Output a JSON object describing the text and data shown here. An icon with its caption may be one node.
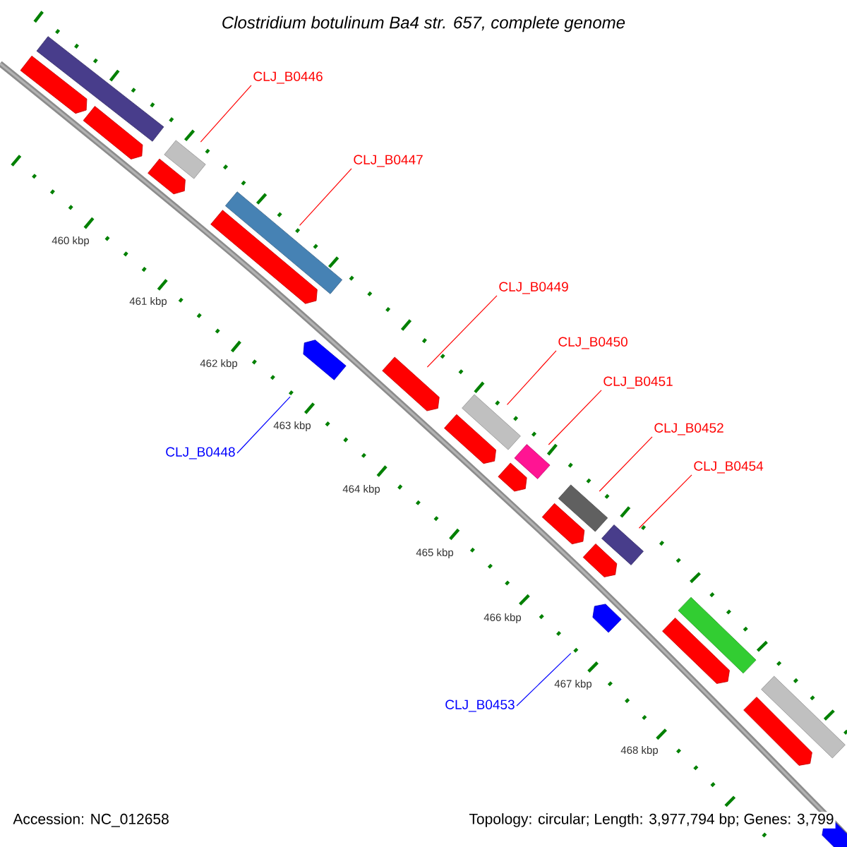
{
  "diagram": {
    "title": "Clostridium botulinum Ba4 str. 657, complete genome",
    "nodes": [
      {
        "text": [
          "CLJ_B0446"
        ]
      },
      {
        "text": [
          "CLJ_B0447"
        ]
      },
      {
        "text": [
          "CLJ_B0449"
        ]
      },
      {
        "text": [
          "CLJ_B0448"
        ]
      },
      {
        "text": [
          "CLJ_B0450"
        ]
      },
      {
        "text": [
          "CLJ_B0451"
        ]
      },
      {
        "text": [
          "CLJ_B0452"
        ]
      },
      {
        "text": [
          "CLJ_B0454"
        ]
      },
      {
        "text": [
          "CLJ_B0453"
        ]
      },
      {
        "text": [],
        "shape": "bar"
      },
      {
        "text": [],
        "shape": "arrow"
      },
      {
        "text": [],
        "shape": "arrow"
      },
      {
        "text": [],
        "shape": "arrow"
      },
      {
        "text": [],
        "shape": "bar"
      },
      {
        "text": [],
        "shape": "arrow"
      },
      {
        "text": [],
        "shape": "bar"
      },
      {
        "text": [],
        "shape": "arrow"
      },
      {
        "text": [],
        "shape": "arrow"
      },
      {
        "text": [],
        "shape": "arrow"
      },
      {
        "text": [],
        "shape": "bar"
      },
      {
        "text": [],
        "shape": "arrow"
      },
      {
        "text": [],
        "shape": "bar"
      },
      {
        "text": [],
        "shape": "arrow"
      },
      {
        "text": [],
        "shape": "bar"
      },
      {
        "text": [],
        "shape": "arrow"
      },
      {
        "text": [],
        "shape": "bar"
      },
      {
        "text": [],
        "shape": "arrow"
      },
      {
        "text": [],
        "shape": "arrow"
      },
      {
        "text": [],
        "shape": "bar"
      },
      {
        "text": [],
        "shape": "arrow"
      },
      {
        "text": [],
        "shape": "bar"
      },
      {
        "text": [],
        "shape": "arrow"
      }
    ],
    "edges": [
      {
        "from": 0,
        "to": 13,
        "arrow": "none"
      },
      {
        "from": 1,
        "to": 15,
        "arrow": "none"
      },
      {
        "from": 2,
        "to": 17,
        "arrow": "none"
      },
      {
        "from": 3,
        "to": 16,
        "arrow": "none",
        "color": "#0000ff"
      },
      {
        "from": 4,
        "to": 19,
        "arrow": "none"
      },
      {
        "from": 5,
        "to": 21,
        "arrow": "none"
      },
      {
        "from": 6,
        "to": 23,
        "arrow": "none"
      },
      {
        "from": 7,
        "to": 25,
        "arrow": "none"
      },
      {
        "from": 8,
        "to": 26,
        "arrow": "none",
        "color": "#0000ff"
      }
    ],
    "labels": [
      "460 kbp",
      "461 kbp",
      "462 kbp",
      "463 kbp",
      "464 kbp",
      "465 kbp",
      "466 kbp",
      "467 kbp",
      "468 kbp",
      "Accession: NC_012658",
      "Topology: circular; Length: 3,977,794 bp; Genes: 3,799"
    ]
  }
}
